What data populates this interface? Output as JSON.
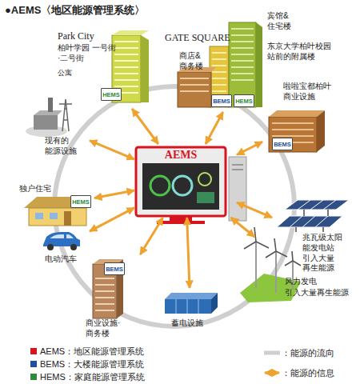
{
  "diagram": {
    "title": "●AEMS〈地区能源管理系统〉",
    "nodes": [
      {
        "text": [
          "AEMS"
        ]
      },
      {
        "text": [
          "Park City",
          "柏叶学园 一号街·二号街",
          "公寓"
        ]
      },
      {
        "text": [
          "HEMS"
        ],
        "in": 1
      },
      {
        "text": [
          "GATE SQUARE",
          "商店& 商务楼",
          "宾馆& 住宅楼",
          "东京大学柏叶校园 站前的附属楼"
        ]
      },
      {
        "text": [
          "BEMS"
        ],
        "in": 3
      },
      {
        "text": [
          "HEMS"
        ],
        "in": 3
      },
      {
        "text": [
          "啦啦宝都柏叶 商业设施"
        ]
      },
      {
        "text": [
          "BEMS"
        ],
        "in": 6
      },
      {
        "text": [
          "兆瓦级太阳 能发电站",
          "引入大量 再生能源"
        ]
      },
      {
        "text": [
          "风力发电",
          "引入大量再生能源"
        ]
      },
      {
        "text": [
          "蓄电设施"
        ]
      },
      {
        "text": [
          "商业设施· 商务楼"
        ]
      },
      {
        "text": [
          "BEMS"
        ],
        "in": 11
      },
      {
        "text": [
          "电动汽车"
        ]
      },
      {
        "text": [
          "独户住宅"
        ]
      },
      {
        "text": [
          "HEMS"
        ],
        "in": 14
      },
      {
        "text": [
          "现有的 能源设施"
        ]
      }
    ],
    "edges": [
      {
        "from": 0,
        "to": 1,
        "arrow": "both"
      },
      {
        "from": 0,
        "to": 3,
        "arrow": "both"
      },
      {
        "from": 0,
        "to": 6,
        "arrow": "both"
      },
      {
        "from": 0,
        "to": 8,
        "arrow": "both"
      },
      {
        "from": 0,
        "to": 9,
        "arrow": "both"
      },
      {
        "from": 0,
        "to": 10,
        "arrow": "both"
      },
      {
        "from": 0,
        "to": 11,
        "arrow": "both"
      },
      {
        "from": 0,
        "to": 13,
        "arrow": "both"
      },
      {
        "from": 0,
        "to": 14,
        "arrow": "both"
      },
      {
        "from": 0,
        "to": 16,
        "arrow": "both"
      }
    ],
    "legend": [
      {
        "text": "AEMS：地区能源管理系统",
        "color": "#d7141e"
      },
      {
        "text": "BEMS：大楼能源管理系统",
        "color": "#1e4fa0"
      },
      {
        "text": "HEMS：家庭能源管理系统",
        "color": "#2e8b3a"
      },
      {
        "text": "：能源的流向"
      },
      {
        "text": "：能源的信息"
      }
    ]
  }
}
